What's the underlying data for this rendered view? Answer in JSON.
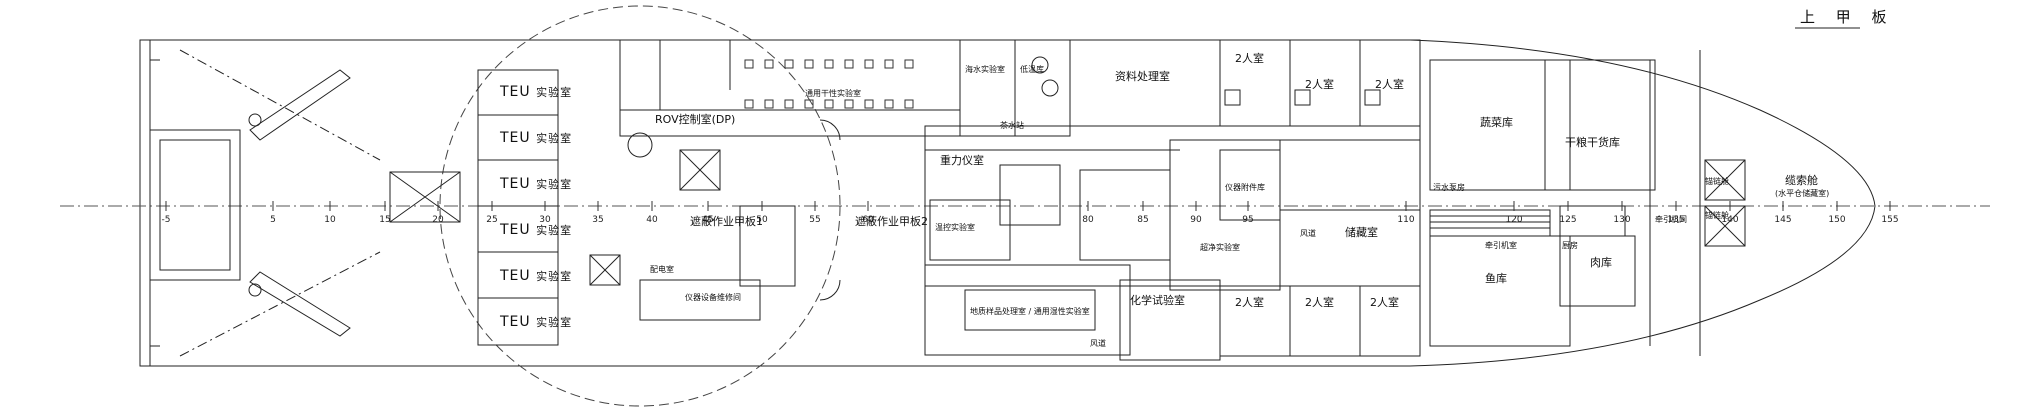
{
  "title": "上 甲 板",
  "scale_ticks": [
    "-5",
    "5",
    "10",
    "15",
    "20",
    "25",
    "30",
    "35",
    "40",
    "45",
    "50",
    "55",
    "60",
    "80",
    "85",
    "90",
    "95",
    "110",
    "120",
    "125",
    "130",
    "135",
    "140",
    "145",
    "150",
    "155"
  ],
  "labs": {
    "teu_lab": "TEU",
    "teu_word": "实验室",
    "teu_count": 6,
    "rov_control": "ROV控制室(DP)",
    "multi_lab": "通用干性实验室",
    "wet_lab": "海水实验室",
    "cold_lab": "低温库",
    "temp_lab": "温控实验室",
    "data_room": "资料处理室",
    "gravity_room": "重力仪室",
    "instrument_store": "仪器附件库",
    "geology_room": "地质样品处理室 / 通用湿性实验室",
    "chem_lab": "化学试验室",
    "super_clean": "超净实验室",
    "tea_room": "茶水站",
    "instrument_repair": "仪器设备维修间"
  },
  "decks": {
    "deck1": "遮蔽作业甲板1",
    "deck2": "遮蔽作业甲板2"
  },
  "cabins": {
    "two_person": "2人室",
    "store": "储藏室",
    "wind": "风道",
    "electrical": "配电室"
  },
  "bow": {
    "veg": "蔬菜库",
    "dry": "干粮干货库",
    "fish": "鱼库",
    "meat": "肉库",
    "towing": "牵引机室",
    "rope": "缆索舱",
    "rope_sub": "(水平仓储藏室)",
    "anchor": "锚链舱",
    "winch": "牵引机间",
    "sewage": "污水泵房",
    "galley": "厨房"
  }
}
